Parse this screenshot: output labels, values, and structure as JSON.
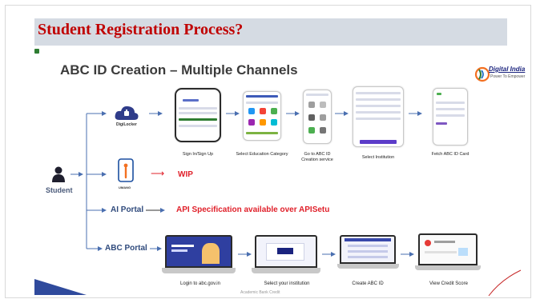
{
  "slide": {
    "title": "Student Registration Process?",
    "subtitle": "ABC ID Creation – Multiple Channels",
    "logo": {
      "name": "Digital India",
      "tagline": "Power To Empower"
    },
    "student_label": "Student",
    "footer_left": "",
    "footer_center": "Academic Bank Credit"
  },
  "channels": {
    "digilocker": {
      "icon_caption": "DigiLocker"
    },
    "umang": {
      "icon_caption": "UMANG",
      "status": "WIP"
    },
    "ai_portal": {
      "label": "AI Portal",
      "status": "API Specification available over APISetu"
    },
    "abc_portal": {
      "label": "ABC Portal"
    }
  },
  "digilocker_steps": [
    "Sign In/Sign Up",
    "Select Education Category",
    "Go to ABC ID\nCreation service",
    "Select Institution",
    "Fetch ABC ID Card"
  ],
  "abc_portal_steps": [
    "Login to abc.gov.in",
    "Select your institution",
    "Create ABC ID",
    "View Credit Score"
  ],
  "colors": {
    "title_red": "#c00000",
    "status_red": "#e0202a",
    "channel_blue": "#2f4a7c",
    "arrow_blue": "#4a6fb0",
    "title_band": "#d5dbe3"
  }
}
